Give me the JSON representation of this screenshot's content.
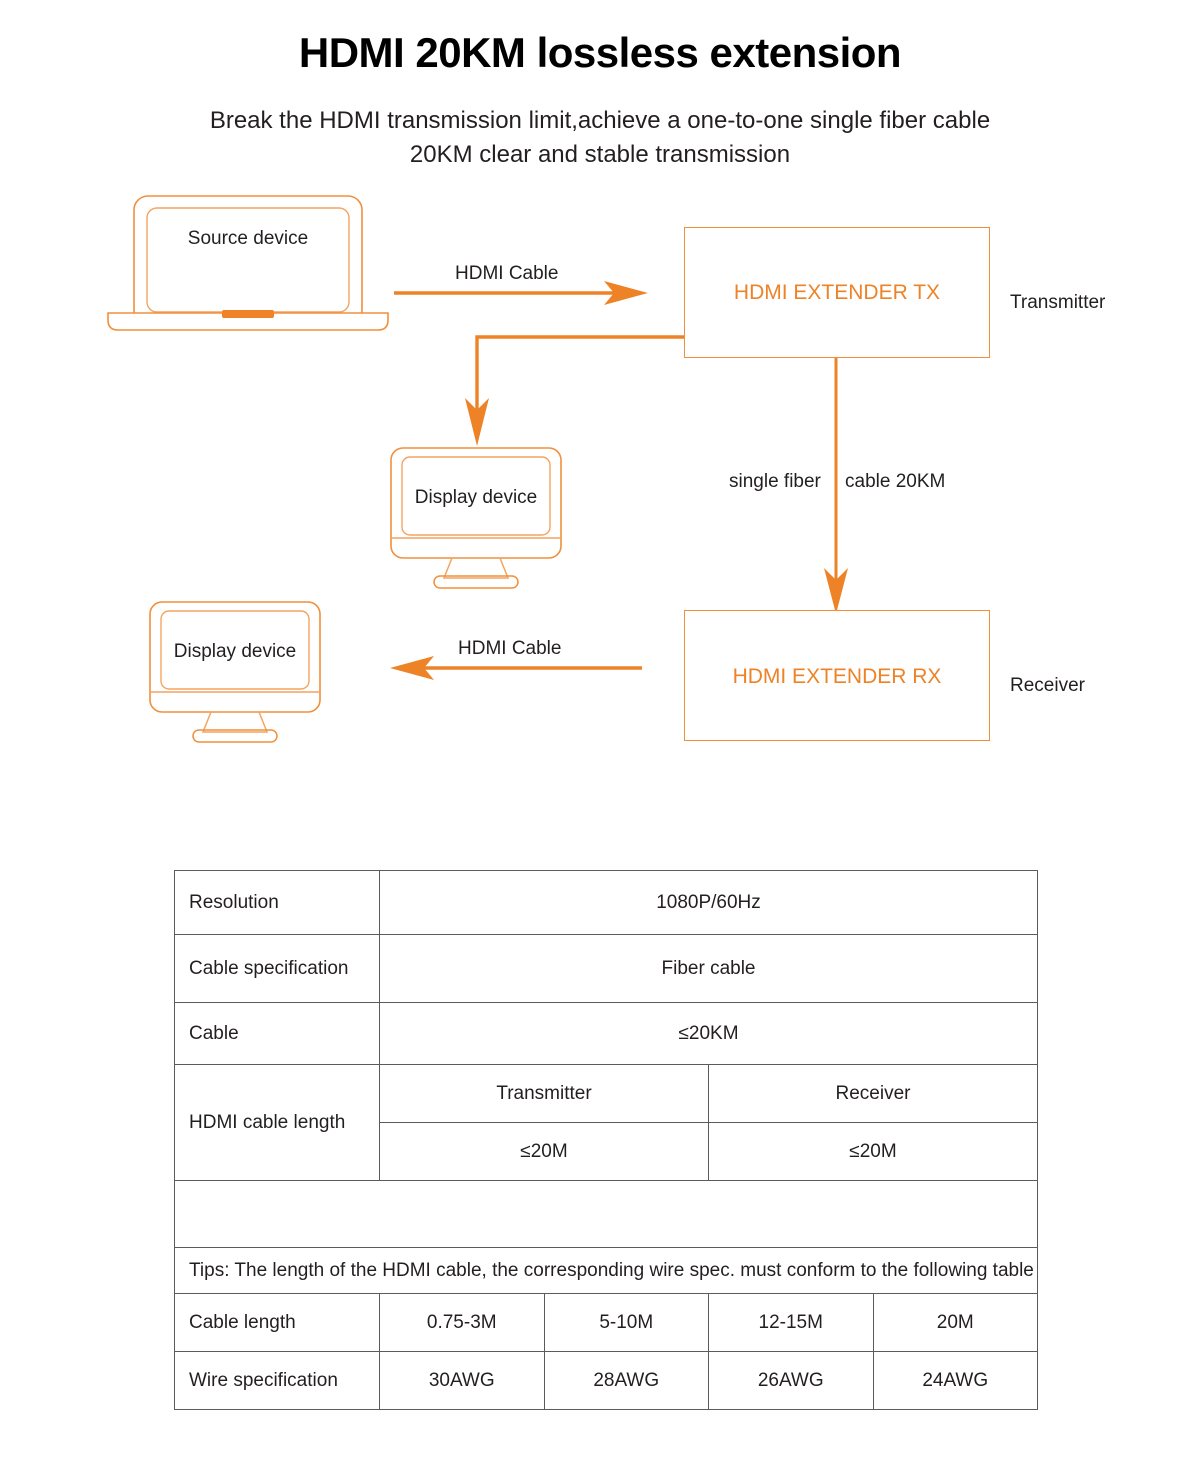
{
  "header": {
    "title": "HDMI 20KM lossless extension",
    "subtitle": "Break the HDMI transmission limit,achieve a one-to-one single fiber cable 20KM clear and stable transmission"
  },
  "theme": {
    "accent": "#ED8326",
    "outline": "#F08F3C",
    "text": "#231f20",
    "table_border": "#5b5b5b"
  },
  "diagram": {
    "source_device_label": "Source device",
    "display_device_top_label": "Display device",
    "display_device_bottom_label": "Display device",
    "tx_box_label": "HDMI EXTENDER TX",
    "rx_box_label": "HDMI EXTENDER RX",
    "transmitter_label": "Transmitter",
    "receiver_label": "Receiver",
    "hdmi_cable_top_label": "HDMI Cable",
    "hdmi_cable_bottom_label": "HDMI Cable",
    "fiber_label_part1": "single fiber",
    "fiber_label_part2": "cable 20KM"
  },
  "spec_table": {
    "rows": [
      {
        "label": "Resolution",
        "value": "1080P/60Hz"
      },
      {
        "label": "Cable specification",
        "value": "Fiber  cable"
      },
      {
        "label": "Cable",
        "value": "≤20KM"
      }
    ],
    "cable_length": {
      "label": "HDMI cable length",
      "sub_headers": [
        "Transmitter",
        "Receiver"
      ],
      "sub_values": [
        "≤20M",
        "≤20M"
      ]
    },
    "tips": "Tips: The length of the HDMI cable, the corresponding wire spec. must conform to the following table",
    "wire_table": {
      "row_labels": [
        "Cable length",
        "Wire specification"
      ],
      "cable_lengths": [
        "0.75-3M",
        "5-10M",
        "12-15M",
        "20M"
      ],
      "wire_specs": [
        "30AWG",
        "28AWG",
        "26AWG",
        "24AWG"
      ]
    }
  }
}
